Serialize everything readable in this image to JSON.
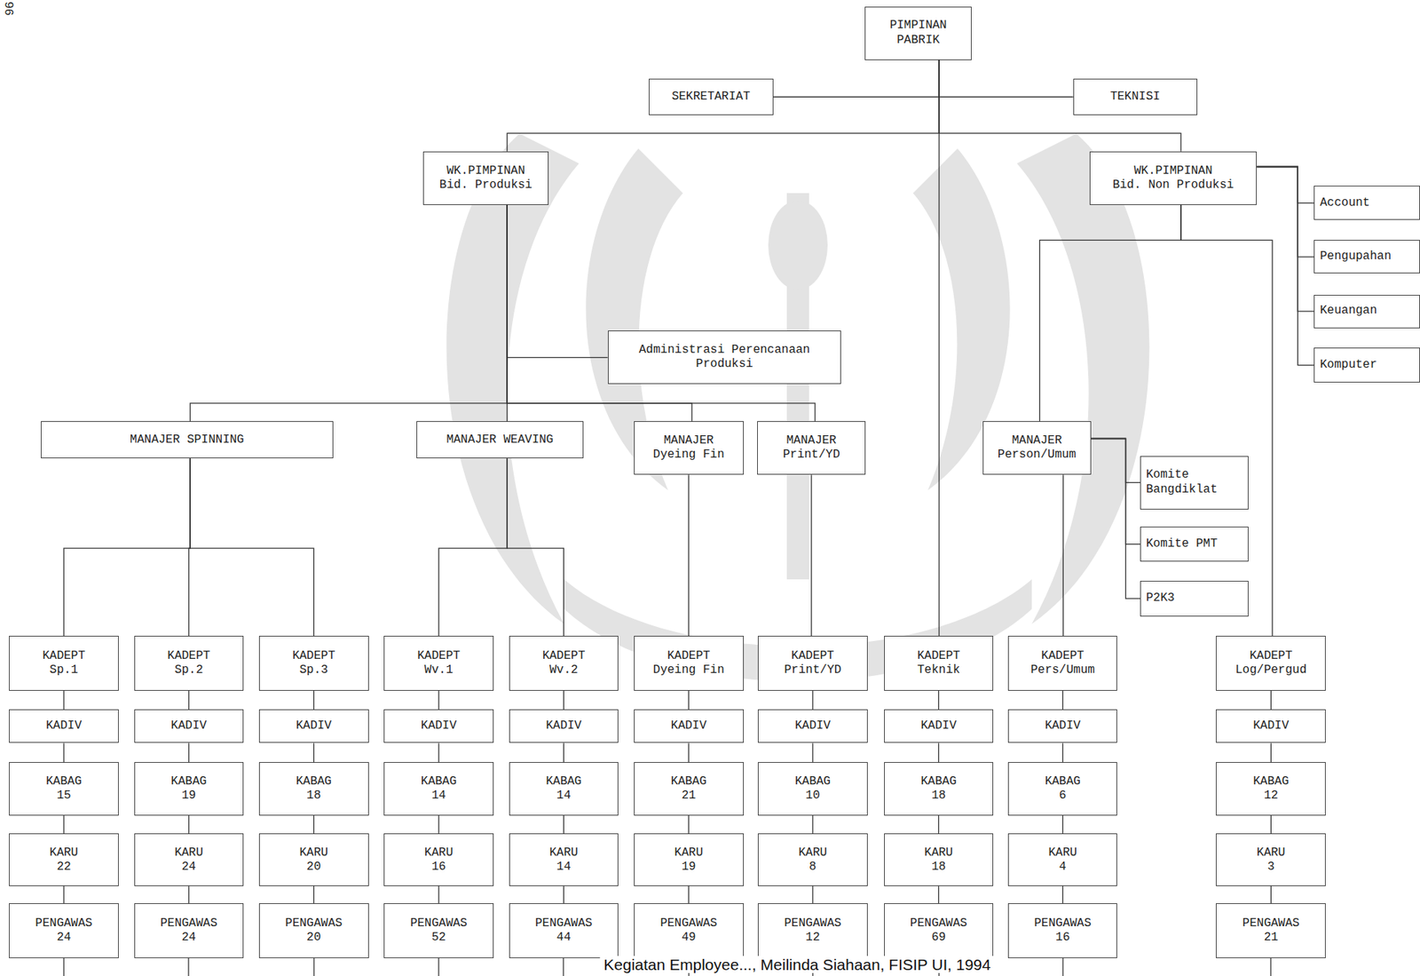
{
  "diagram": {
    "caption": "Kegiatan Employee..., Meilinda Siahaan, FISIP UI, 1994",
    "nodes": [
      {
        "text": [
          "PIMPINAN PABRIK"
        ]
      },
      {
        "text": [
          "SEKRETARIAT"
        ]
      },
      {
        "text": [
          "TEKNISI"
        ]
      },
      {
        "text": [
          "WK.PIMPINAN Bid. Produksi"
        ]
      },
      {
        "text": [
          "WK.PIMPINAN Bid. Non Produksi"
        ]
      },
      {
        "text": [
          "Account"
        ]
      },
      {
        "text": [
          "Pengupahan"
        ]
      },
      {
        "text": [
          "Keuangan"
        ]
      },
      {
        "text": [
          "Komputer"
        ]
      },
      {
        "text": [
          "Administrasi Perencanaan Produksi"
        ]
      },
      {
        "text": [
          "MANAJER SPINNING"
        ]
      },
      {
        "text": [
          "MANAJER WEAVING"
        ]
      },
      {
        "text": [
          "MANAJER Dyeing Fin"
        ]
      },
      {
        "text": [
          "MANAJER Print/YD"
        ]
      },
      {
        "text": [
          "MANAJER Person/Umum"
        ]
      },
      {
        "text": [
          "Komite Bangdiklat"
        ]
      },
      {
        "text": [
          "Komite PMT"
        ]
      },
      {
        "text": [
          "P2K3"
        ]
      },
      {
        "text": [
          "KADEPT Sp.1"
        ]
      },
      {
        "text": [
          "KADEPT Sp.2"
        ]
      },
      {
        "text": [
          "KADEPT Sp.3"
        ]
      },
      {
        "text": [
          "KADEPT Wv.1"
        ]
      },
      {
        "text": [
          "KADEPT Wv.2"
        ]
      },
      {
        "text": [
          "KADEPT Dyeing Fin"
        ]
      },
      {
        "text": [
          "KADEPT Print/YD"
        ]
      },
      {
        "text": [
          "KADEPT Teknik"
        ]
      },
      {
        "text": [
          "KADEPT Pers/Umum"
        ]
      },
      {
        "text": [
          "KADEPT Log/Pergud"
        ]
      },
      {
        "text": [
          "KADIV"
        ]
      },
      {
        "text": [
          "KADIV"
        ]
      },
      {
        "text": [
          "KADIV"
        ]
      },
      {
        "text": [
          "KADIV"
        ]
      },
      {
        "text": [
          "KADIV"
        ]
      },
      {
        "text": [
          "KADIV"
        ]
      },
      {
        "text": [
          "KADIV"
        ]
      },
      {
        "text": [
          "KADIV"
        ]
      },
      {
        "text": [
          "KADIV"
        ]
      },
      {
        "text": [
          "KADIV"
        ]
      },
      {
        "text": [
          "KABAG 15"
        ]
      },
      {
        "text": [
          "KABAG 19"
        ]
      },
      {
        "text": [
          "KABAG 18"
        ]
      },
      {
        "text": [
          "KABAG 14"
        ]
      },
      {
        "text": [
          "KABAG 14"
        ]
      },
      {
        "text": [
          "KABAG 21"
        ]
      },
      {
        "text": [
          "KABAG 10"
        ]
      },
      {
        "text": [
          "KABAG 18"
        ]
      },
      {
        "text": [
          "KABAG 6"
        ]
      },
      {
        "text": [
          "KABAG 12"
        ]
      },
      {
        "text": [
          "KARU 22"
        ]
      },
      {
        "text": [
          "KARU 24"
        ]
      },
      {
        "text": [
          "KARU 20"
        ]
      },
      {
        "text": [
          "KARU 16"
        ]
      },
      {
        "text": [
          "KARU 14"
        ]
      },
      {
        "text": [
          "KARU 19"
        ]
      },
      {
        "text": [
          "KARU 8"
        ]
      },
      {
        "text": [
          "KARU 18"
        ]
      },
      {
        "text": [
          "KARU 4"
        ]
      },
      {
        "text": [
          "KARU 3"
        ]
      },
      {
        "text": [
          "PENGAWAS 24"
        ]
      },
      {
        "text": [
          "PENGAWAS 24"
        ]
      },
      {
        "text": [
          "PENGAWAS 20"
        ]
      },
      {
        "text": [
          "PENGAWAS 52"
        ]
      },
      {
        "text": [
          "PENGAWAS 44"
        ]
      },
      {
        "text": [
          "PENGAWAS 49"
        ]
      },
      {
        "text": [
          "PENGAWAS 12"
        ]
      },
      {
        "text": [
          "PENGAWAS 69"
        ]
      },
      {
        "text": [
          "PENGAWAS 16"
        ]
      },
      {
        "text": [
          "PENGAWAS 21"
        ]
      }
    ],
    "edges": [
      {
        "from": 0,
        "to": 1,
        "arrow": "none"
      },
      {
        "from": 0,
        "to": 2,
        "arrow": "none"
      },
      {
        "from": 0,
        "to": 3,
        "arrow": "none"
      },
      {
        "from": 0,
        "to": 4,
        "arrow": "none"
      },
      {
        "from": 0,
        "to": 25,
        "arrow": "none"
      },
      {
        "from": 4,
        "to": 5,
        "arrow": "none"
      },
      {
        "from": 4,
        "to": 6,
        "arrow": "none"
      },
      {
        "from": 4,
        "to": 7,
        "arrow": "none"
      },
      {
        "from": 4,
        "to": 8,
        "arrow": "none"
      },
      {
        "from": 4,
        "to": 14,
        "arrow": "none"
      },
      {
        "from": 4,
        "to": 27,
        "arrow": "none"
      },
      {
        "from": 3,
        "to": 9,
        "arrow": "none"
      },
      {
        "from": 3,
        "to": 10,
        "arrow": "none"
      },
      {
        "from": 3,
        "to": 11,
        "arrow": "none"
      },
      {
        "from": 3,
        "to": 12,
        "arrow": "none"
      },
      {
        "from": 3,
        "to": 13,
        "arrow": "none"
      },
      {
        "from": 10,
        "to": 18,
        "arrow": "none"
      },
      {
        "from": 10,
        "to": 19,
        "arrow": "none"
      },
      {
        "from": 10,
        "to": 20,
        "arrow": "none"
      },
      {
        "from": 11,
        "to": 21,
        "arrow": "none"
      },
      {
        "from": 11,
        "to": 22,
        "arrow": "none"
      },
      {
        "from": 12,
        "to": 23,
        "arrow": "none"
      },
      {
        "from": 13,
        "to": 24,
        "arrow": "none"
      },
      {
        "from": 14,
        "to": 15,
        "arrow": "none"
      },
      {
        "from": 14,
        "to": 16,
        "arrow": "none"
      },
      {
        "from": 14,
        "to": 17,
        "arrow": "none"
      },
      {
        "from": 14,
        "to": 26,
        "arrow": "none"
      },
      {
        "from": 18,
        "to": 28,
        "arrow": "none"
      },
      {
        "from": 19,
        "to": 29,
        "arrow": "none"
      },
      {
        "from": 20,
        "to": 30,
        "arrow": "none"
      },
      {
        "from": 21,
        "to": 31,
        "arrow": "none"
      },
      {
        "from": 22,
        "to": 32,
        "arrow": "none"
      },
      {
        "from": 23,
        "to": 33,
        "arrow": "none"
      },
      {
        "from": 24,
        "to": 34,
        "arrow": "none"
      },
      {
        "from": 25,
        "to": 35,
        "arrow": "none"
      },
      {
        "from": 26,
        "to": 36,
        "arrow": "none"
      },
      {
        "from": 27,
        "to": 37,
        "arrow": "none"
      },
      {
        "from": 28,
        "to": 38,
        "arrow": "none"
      },
      {
        "from": 29,
        "to": 39,
        "arrow": "none"
      },
      {
        "from": 30,
        "to": 40,
        "arrow": "none"
      },
      {
        "from": 31,
        "to": 41,
        "arrow": "none"
      },
      {
        "from": 32,
        "to": 42,
        "arrow": "none"
      },
      {
        "from": 33,
        "to": 43,
        "arrow": "none"
      },
      {
        "from": 34,
        "to": 44,
        "arrow": "none"
      },
      {
        "from": 35,
        "to": 45,
        "arrow": "none"
      },
      {
        "from": 36,
        "to": 46,
        "arrow": "none"
      },
      {
        "from": 37,
        "to": 47,
        "arrow": "none"
      },
      {
        "from": 38,
        "to": 48,
        "arrow": "none"
      },
      {
        "from": 39,
        "to": 49,
        "arrow": "none"
      },
      {
        "from": 40,
        "to": 50,
        "arrow": "none"
      },
      {
        "from": 41,
        "to": 51,
        "arrow": "none"
      },
      {
        "from": 42,
        "to": 52,
        "arrow": "none"
      },
      {
        "from": 43,
        "to": 53,
        "arrow": "none"
      },
      {
        "from": 44,
        "to": 54,
        "arrow": "none"
      },
      {
        "from": 45,
        "to": 55,
        "arrow": "none"
      },
      {
        "from": 46,
        "to": 56,
        "arrow": "none"
      },
      {
        "from": 47,
        "to": 57,
        "arrow": "none"
      },
      {
        "from": 48,
        "to": 58,
        "arrow": "none"
      },
      {
        "from": 49,
        "to": 59,
        "arrow": "none"
      },
      {
        "from": 50,
        "to": 60,
        "arrow": "none"
      },
      {
        "from": 51,
        "to": 61,
        "arrow": "none"
      },
      {
        "from": 52,
        "to": 62,
        "arrow": "none"
      },
      {
        "from": 53,
        "to": 63,
        "arrow": "none"
      },
      {
        "from": 54,
        "to": 64,
        "arrow": "none"
      },
      {
        "from": 55,
        "to": 65,
        "arrow": "none"
      },
      {
        "from": 56,
        "to": 66,
        "arrow": "none"
      },
      {
        "from": 57,
        "to": 67,
        "arrow": "none"
      }
    ],
    "labels": [
      "96"
    ]
  }
}
